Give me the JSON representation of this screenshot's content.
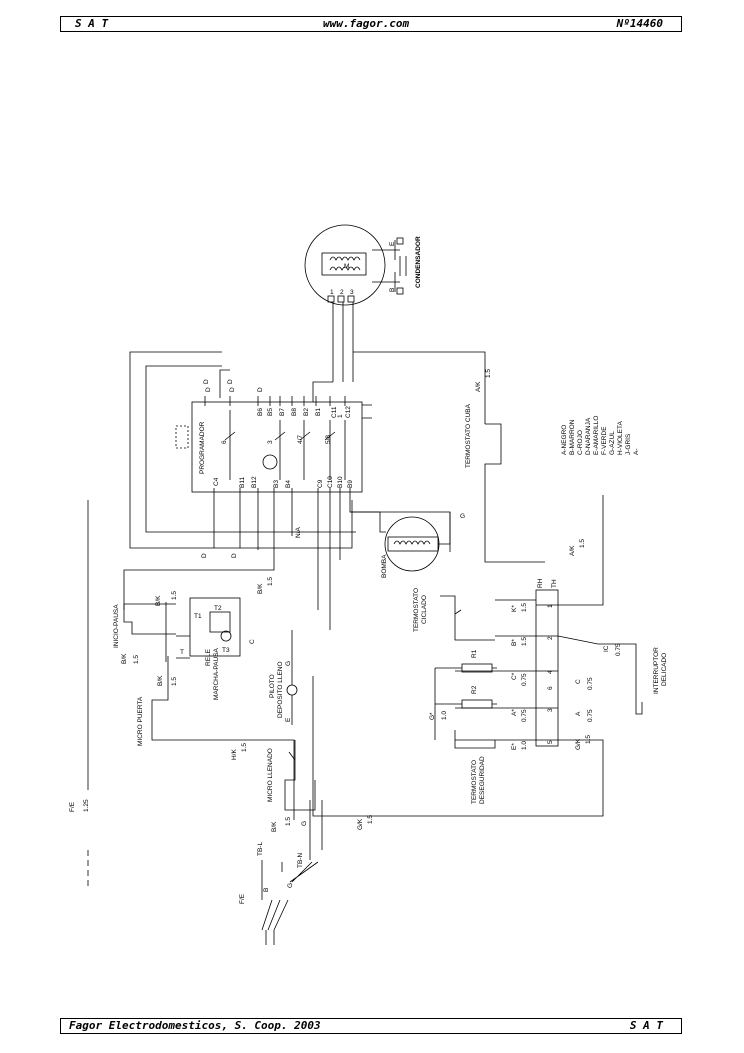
{
  "header": {
    "left": "S A T",
    "center": "www.fagor.com",
    "right": "Nº14460"
  },
  "footer": {
    "left": "Fagor Electrodomesticos, S. Coop. 2003",
    "right": "S A T"
  },
  "components": {
    "condensador": "CONDENSADOR",
    "motor": "M",
    "programador": "PROGRAMADOR",
    "bomba": "BOMBA",
    "termostato_cuba": "TERMOSTATO CUBA",
    "inicio_pausa": "INICIO-PAUSA",
    "rele_1": "RELE",
    "rele_2": "MARCHA-PAUSA",
    "piloto_1": "PILOTO",
    "piloto_2": "DEPOSITO LLENO",
    "micro_puerta": "MICRO PUERTA",
    "micro_llenado": "MICRO LLENADO",
    "termostato_ciclado_1": "TERMOSTATO",
    "termostato_ciclado_2": "CICLADO",
    "termostato_seguridad_1": "TERMOSTATO",
    "termostato_seguridad_2": "DESEGURIDAD",
    "interruptor_1": "INTERRUPTOR",
    "interruptor_2": "DELICADO"
  },
  "color_legend": [
    "A-NEGRO",
    "B-MARRON",
    "C-ROJO",
    "D-NARANJA",
    "E-AMARILLO",
    "F-VERDE",
    "G-AZUL",
    "H-VIOLETA",
    "J-GRIS",
    "A-"
  ],
  "wire_labels": {
    "ak_top": "A/K",
    "ak_top_size": "1.5",
    "ak_mid": "A/K",
    "ak_mid_size": "1.5",
    "bk_a": "B/K",
    "bk_a_size": "1.5",
    "bk_b": "B/K",
    "bk_b_size": "1.5",
    "bk_c": "B/K",
    "bk_c_size": "1.5",
    "bk_d": "B/K",
    "bk_d_size": "1.5",
    "bk_e": "B/K",
    "bk_e_size": "1.5",
    "hk": "H/K",
    "hk_size": "1.5",
    "gk_a": "G/K",
    "gk_a_size": "1.5",
    "gk_b": "G/K",
    "gk_b_size": "1.5",
    "fe_a": "F/E",
    "fe_a_size": "1.25",
    "fe_b": "F/E",
    "na": "N/A",
    "d1": "D",
    "d2": "D",
    "d3": "D",
    "d4": "D",
    "g_bomba": "G",
    "g_piloto": "G",
    "g_bottom": "G",
    "g_cable": "G",
    "c_rele": "C",
    "e_piloto": "E",
    "b_cable": "B",
    "tb_l": "TB-L",
    "tb_n": "TB-N",
    "k_star": "K*",
    "k_size": "1.5",
    "b_star": "B*",
    "b_size": "1.5",
    "c_star": "C*",
    "c_size": "0.75",
    "a_star": "A*",
    "a_size": "0.75",
    "e_star": "E*",
    "e_size": "1.0",
    "g_star": "G*",
    "g_star_size": "1.0",
    "c_plain": "C",
    "c_plain_size": "0.75",
    "a_plain": "A",
    "a_plain_size": "0.75",
    "ic": "IC",
    "ic_size": "0.75",
    "rh": "RH",
    "th": "TH"
  },
  "terminals": {
    "prog_top": [
      "D",
      "D",
      "D",
      "B6",
      "B5",
      "B7",
      "B8",
      "B2",
      "B1",
      "C11",
      "C12"
    ],
    "prog_bottom": [
      "C4",
      "B11",
      "B12",
      "B3",
      "B4",
      "C9",
      "C10",
      "B10",
      "B9"
    ],
    "prog_internal": [
      "6",
      "3",
      "4/7",
      "5/8",
      "1"
    ],
    "strip": [
      "1",
      "2",
      "4",
      "6",
      "3",
      "5"
    ],
    "relay": [
      "T2",
      "T1",
      "T3",
      "T"
    ],
    "motor_pins": [
      "1",
      "2",
      "3"
    ],
    "cap_pins": [
      "E",
      "B"
    ]
  },
  "resistors": [
    "R1",
    "R2"
  ]
}
